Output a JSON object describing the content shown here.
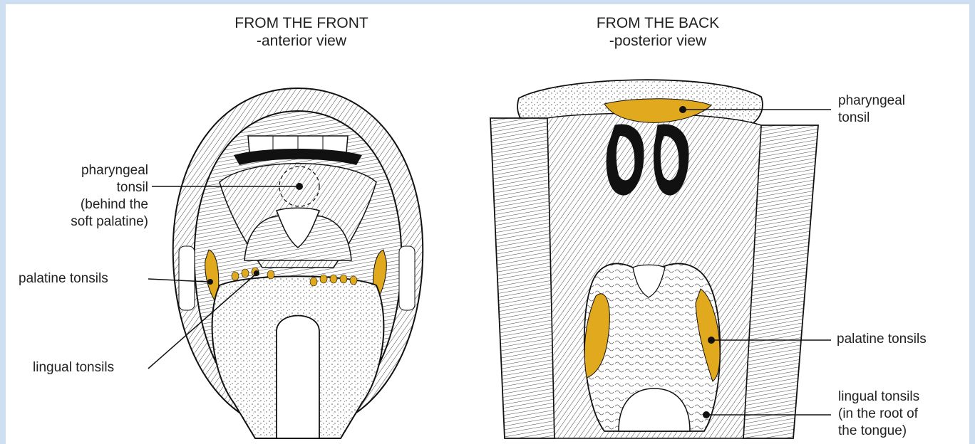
{
  "anterior": {
    "title": "FROM THE FRONT",
    "subtitle": "-anterior view",
    "labels": {
      "pharyngeal": [
        "pharyngeal",
        "tonsil",
        "(behind the",
        "soft palatine)"
      ],
      "palatine": "palatine tonsils",
      "lingual": "lingual tonsils"
    }
  },
  "posterior": {
    "title": "FROM THE BACK",
    "subtitle": "-posterior view",
    "labels": {
      "pharyngeal": [
        "pharyngeal",
        "tonsil"
      ],
      "palatine": "palatine tonsils",
      "lingual": [
        "lingual tonsils",
        "(in the root of",
        "the tongue)"
      ]
    }
  },
  "colors": {
    "background": "#cfdff2",
    "tonsil": "#e0a91e",
    "ink": "#111111"
  }
}
